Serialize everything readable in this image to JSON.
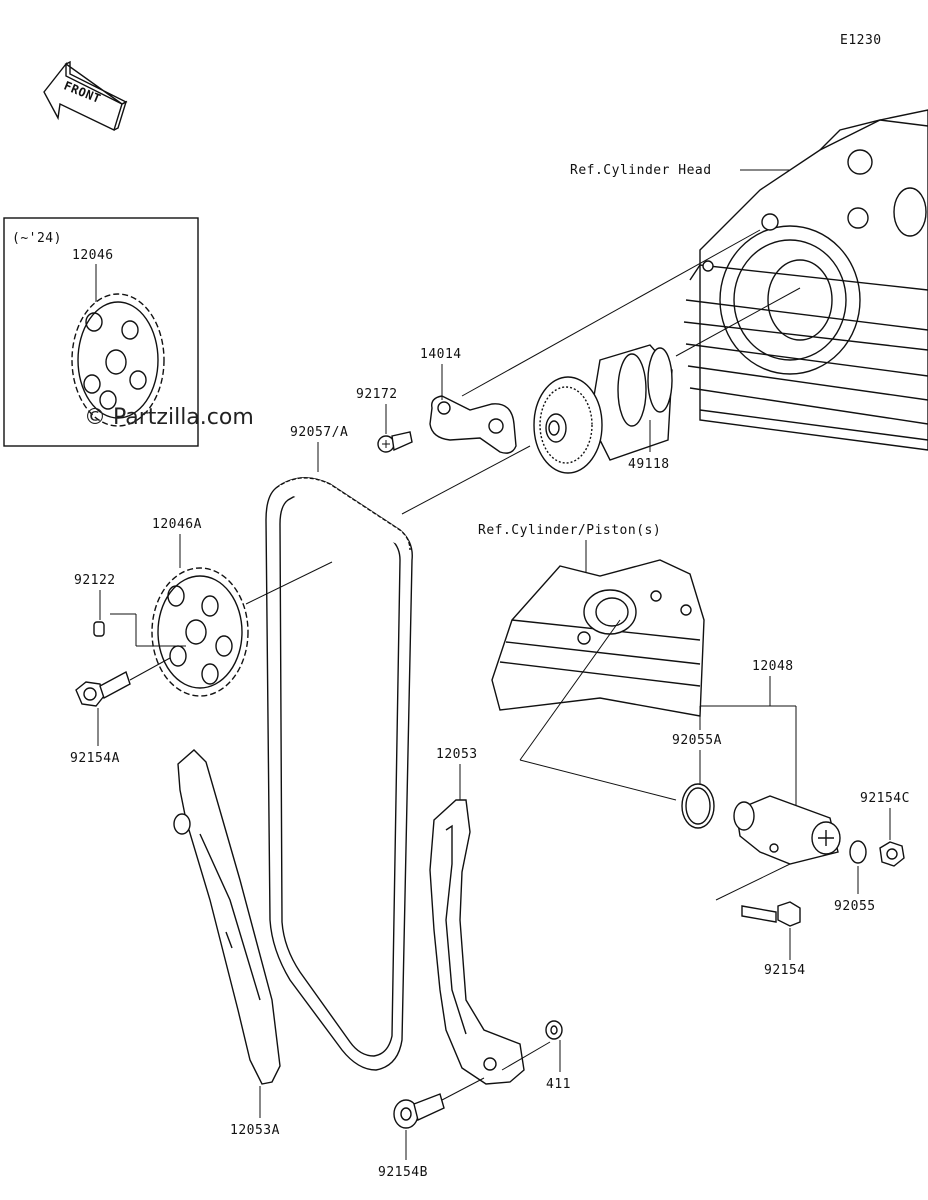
{
  "diagram_code": "E1230",
  "front_label": "FRONT",
  "watermark": "© Partzilla.com",
  "inset": {
    "note": "(~'24)",
    "part": "12046"
  },
  "references": {
    "cylinder_head": "Ref.Cylinder Head",
    "cylinder_piston": "Ref.Cylinder/Piston(s)"
  },
  "parts": {
    "p14014": "14014",
    "p92172": "92172",
    "p49118": "49118",
    "p92057": "92057/A",
    "p12046A": "12046A",
    "p92122": "92122",
    "p92154A": "92154A",
    "p12048": "12048",
    "p92055A": "92055A",
    "p92154C": "92154C",
    "p92055": "92055",
    "p92154": "92154",
    "p12053": "12053",
    "p12053A": "12053A",
    "p411": "411",
    "p92154B": "92154B"
  }
}
